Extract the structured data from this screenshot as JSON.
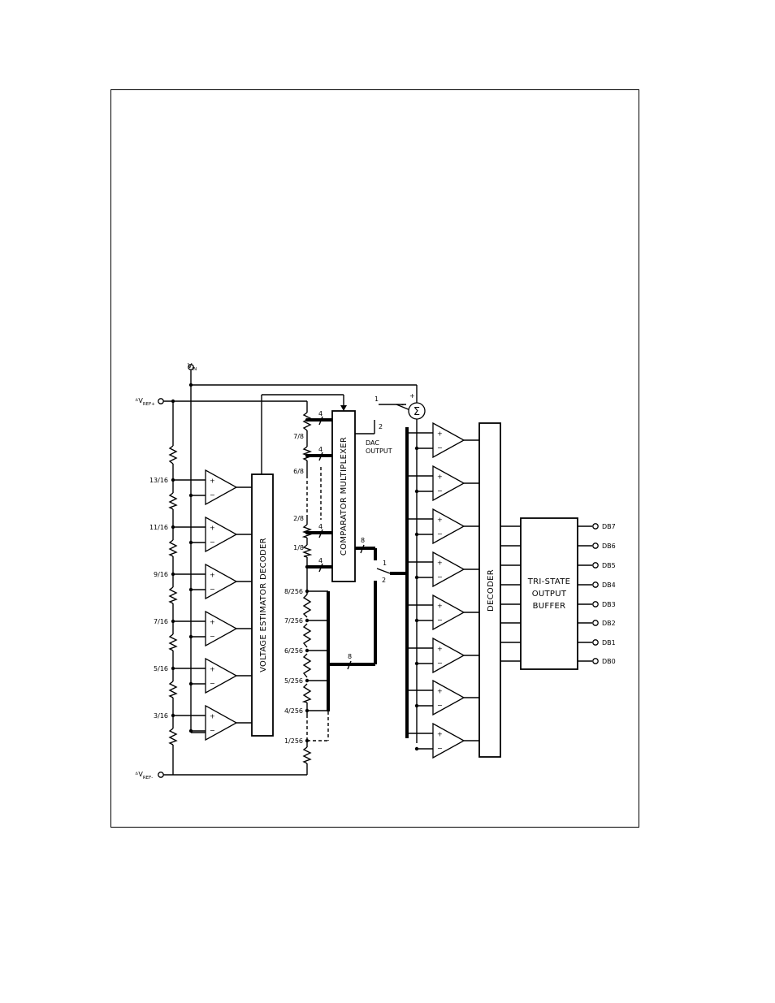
{
  "blocks": {
    "voltage_estimator_decoder": "VOLTAGE ESTIMATOR DECODER",
    "comparator_multiplexer": "COMPARATOR MULTIPLEXER",
    "decoder": "DECODER",
    "output_buffer": [
      "TRI-STATE",
      "OUTPUT",
      "BUFFER"
    ]
  },
  "pins": {
    "vin": "V",
    "vin_sub": "IN",
    "vref_plus": "V",
    "vref_plus_sub": "REF+",
    "vref_minus": "V",
    "vref_minus_sub": "REF-"
  },
  "coarse_ladder_taps": [
    "13/16",
    "11/16",
    "9/16",
    "7/16",
    "5/16",
    "3/16"
  ],
  "fine_ladder_taps_upper": [
    "7/8",
    "6/8",
    "2/8",
    "1/8"
  ],
  "fine_ladder_taps_lower": [
    "8/256",
    "7/256",
    "6/256",
    "5/256",
    "4/256",
    "1/256"
  ],
  "bus_widths": {
    "mux_in": "4",
    "mux_out": "8",
    "lower_bus": "8"
  },
  "switch": {
    "pos1": "1",
    "pos2": "2",
    "dac_pos": "2",
    "dac_label": [
      "DAC",
      "OUTPUT"
    ]
  },
  "summer": {
    "symbol": "Σ",
    "plus": "+",
    "minus": "-"
  },
  "comparator_signs": {
    "plus": "+",
    "minus": "−"
  },
  "outputs": [
    "DB7",
    "DB6",
    "DB5",
    "DB4",
    "DB3",
    "DB2",
    "DB1",
    "DB0"
  ]
}
